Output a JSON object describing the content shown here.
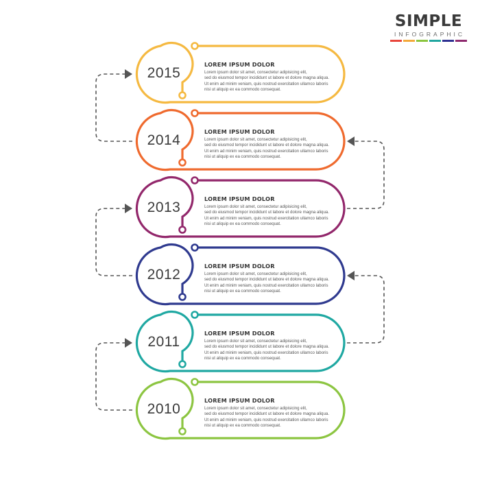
{
  "brand": {
    "title": "SIMPLE",
    "subtitle": "INFOGRAPHIC",
    "bar_colors": [
      "#e8463c",
      "#f4a93b",
      "#8bc53f",
      "#22a6a0",
      "#2e3192",
      "#8e2a6e"
    ]
  },
  "steps": [
    {
      "year": "2015",
      "title": "LOREM IPSUM DOLOR",
      "text": "Lorem ipsum dolor sit amet, consectetur adipisicing elit,\nsed do eiusmod tempor incididunt ut labore et dolore magna aliqua.\nUt enim ad minim veniam, quis nostrud exercitation ullamco laboris\nnisi ut aliquip ex ea commodo consequat.",
      "color": "#f5b941"
    },
    {
      "year": "2014",
      "title": "LOREM IPSUM DOLOR",
      "text": "Lorem ipsum dolor sit amet, consectetur adipisicing elit,\nsed do eiusmod tempor incididunt ut labore et dolore magna aliqua.\nUt enim ad minim veniam, quis nostrud exercitation ullamco laboris\nnisi ut aliquip ex ea commodo consequat.",
      "color": "#ef6a2e"
    },
    {
      "year": "2013",
      "title": "LOREM IPSUM DOLOR",
      "text": "Lorem ipsum dolor sit amet, consectetur adipisicing elit,\nsed do eiusmod tempor incididunt ut labore et dolore magna aliqua.\nUt enim ad minim veniam, quis nostrud exercitation ullamco laboris\nnisi ut aliquip ex ea commodo consequat.",
      "color": "#92276b"
    },
    {
      "year": "2012",
      "title": "LOREM IPSUM DOLOR",
      "text": "Lorem ipsum dolor sit amet, consectetur adipisicing elit,\nsed do eiusmod tempor incididunt ut labore et dolore magna aliqua.\nUt enim ad minim veniam, quis nostrud exercitation ullamco laboris\nnisi ut aliquip ex ea commodo consequat.",
      "color": "#2f3a8f"
    },
    {
      "year": "2011",
      "title": "LOREM IPSUM DOLOR",
      "text": "Lorem ipsum dolor sit amet, consectetur adipisicing elit,\nsed do eiusmod tempor incididunt ut labore et dolore magna aliqua.\nUt enim ad minim veniam, quis nostrud exercitation ullamco laboris\nnisi ut aliquip ex ea commodo consequat.",
      "color": "#1fa8a2"
    },
    {
      "year": "2010",
      "title": "LOREM IPSUM DOLOR",
      "text": "Lorem ipsum dolor sit amet, consectetur adipisicing elit,\nsed do eiusmod tempor incididunt ut labore et dolore magna aliqua.\nUt enim ad minim veniam, quis nostrud exercitation ullamco laboris\nnisi ut aliquip ex ea commodo consequat.",
      "color": "#8cc541"
    }
  ],
  "connector_color": "#555555"
}
